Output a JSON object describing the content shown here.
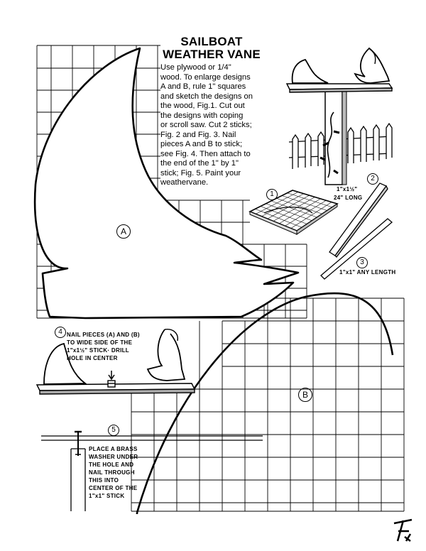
{
  "title": {
    "line1": "SAILBOAT",
    "line2": "WEATHER VANE"
  },
  "instructions": [
    "Use plywood or 1/4\"",
    "wood. To enlarge designs",
    "A and B, rule 1\" squares",
    "and sketch the designs on",
    "the wood, Fig.1. Cut out",
    "the designs with coping",
    "or scroll saw. Cut 2 sticks;",
    "Fig. 2 and Fig. 3. Nail",
    "pieces A and B to stick;",
    "see Fig. 4. Then attach to",
    "the end of the 1\" by 1\"",
    "stick; Fig. 5. Paint your",
    "weathervane."
  ],
  "patterns": {
    "a_label": "A",
    "b_label": "B"
  },
  "figures": {
    "fig1": "1",
    "fig2": "2",
    "fig2_size": "1\"x1½\"",
    "fig2_length": "24\" LONG",
    "fig3": "3",
    "fig3_size": "1\"x1\" ANY LENGTH",
    "fig4": "4",
    "fig4_note": [
      "NAIL PIECES (A) AND (B)",
      "TO WIDE SIDE OF THE",
      "1\"x1½\" STICK· DRILL",
      "HOLE IN CENTER"
    ],
    "fig5": "5",
    "fig5_note": [
      "PLACE A BRASS",
      "WASHER UNDER",
      "THE HOLE AND",
      "NAIL THROUGH",
      "THIS INTO",
      "CENTER OF THE",
      "1\"x1\" STICK"
    ]
  },
  "colors": {
    "ink": "#000000",
    "paper": "#ffffff"
  },
  "icons": {
    "signature": "signature-logo"
  }
}
